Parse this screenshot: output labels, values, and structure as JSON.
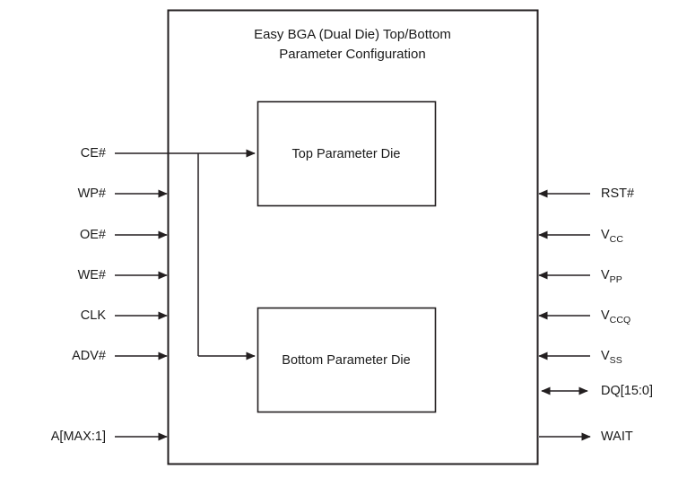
{
  "diagram": {
    "title_line1": "Easy BGA (Dual Die) Top/Bottom",
    "title_line2": "Parameter Configuration",
    "stroke_color": "#231f20",
    "text_color": "#1a1a1a",
    "background": "#ffffff"
  },
  "blocks": [
    {
      "id": "top-die",
      "label": "Top Parameter Die"
    },
    {
      "id": "bottom-die",
      "label": "Bottom Parameter Die"
    }
  ],
  "left_signals": [
    {
      "name": "CE#",
      "label": "CE#",
      "direction": "input",
      "terminates": "dies"
    },
    {
      "name": "WP#",
      "label": "WP#",
      "direction": "input",
      "terminates": "package"
    },
    {
      "name": "OE#",
      "label": "OE#",
      "direction": "input",
      "terminates": "package"
    },
    {
      "name": "WE#",
      "label": "WE#",
      "direction": "input",
      "terminates": "package"
    },
    {
      "name": "CLK",
      "label": "CLK",
      "direction": "input",
      "terminates": "package"
    },
    {
      "name": "ADV#",
      "label": "ADV#",
      "direction": "input",
      "terminates": "package"
    },
    {
      "name": "A[MAX:1]",
      "label": "A[MAX:1]",
      "direction": "input",
      "terminates": "package"
    }
  ],
  "right_signals": [
    {
      "name": "RST#",
      "base": "RST#",
      "sub": "",
      "direction": "input"
    },
    {
      "name": "VCC",
      "base": "V",
      "sub": "CC",
      "direction": "input"
    },
    {
      "name": "VPP",
      "base": "V",
      "sub": "PP",
      "direction": "input"
    },
    {
      "name": "VCCQ",
      "base": "V",
      "sub": "CCQ",
      "direction": "input"
    },
    {
      "name": "VSS",
      "base": "V",
      "sub": "SS",
      "direction": "input"
    },
    {
      "name": "DQ[15:0]",
      "base": "DQ[15:0]",
      "sub": "",
      "direction": "bidirectional"
    },
    {
      "name": "WAIT",
      "base": "WAIT",
      "sub": "",
      "direction": "output"
    }
  ]
}
